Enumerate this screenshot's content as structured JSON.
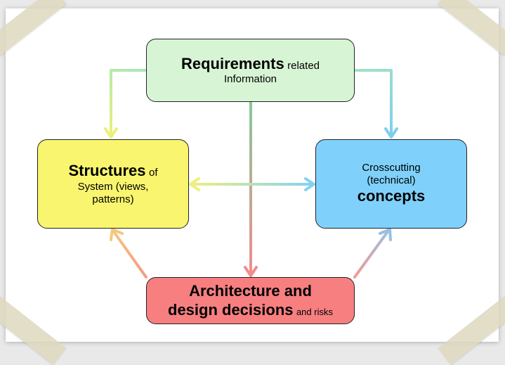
{
  "diagram": {
    "requirements": {
      "title": "Requirements",
      "suffix": "related",
      "line2": "Information"
    },
    "structures": {
      "title": "Structures",
      "suffix": "of",
      "line2": "System (views,",
      "line3": "patterns)"
    },
    "concepts": {
      "line1": "Crosscutting",
      "line2": "(technical)",
      "title": "concepts"
    },
    "decisions": {
      "line1": "Architecture and",
      "line2": "design decisions",
      "suffix": "and risks"
    }
  },
  "colors": {
    "requirements_fill": "#d7f5d4",
    "structures_fill": "#f9f56e",
    "concepts_fill": "#7fd1fb",
    "decisions_fill": "#f77f80"
  }
}
